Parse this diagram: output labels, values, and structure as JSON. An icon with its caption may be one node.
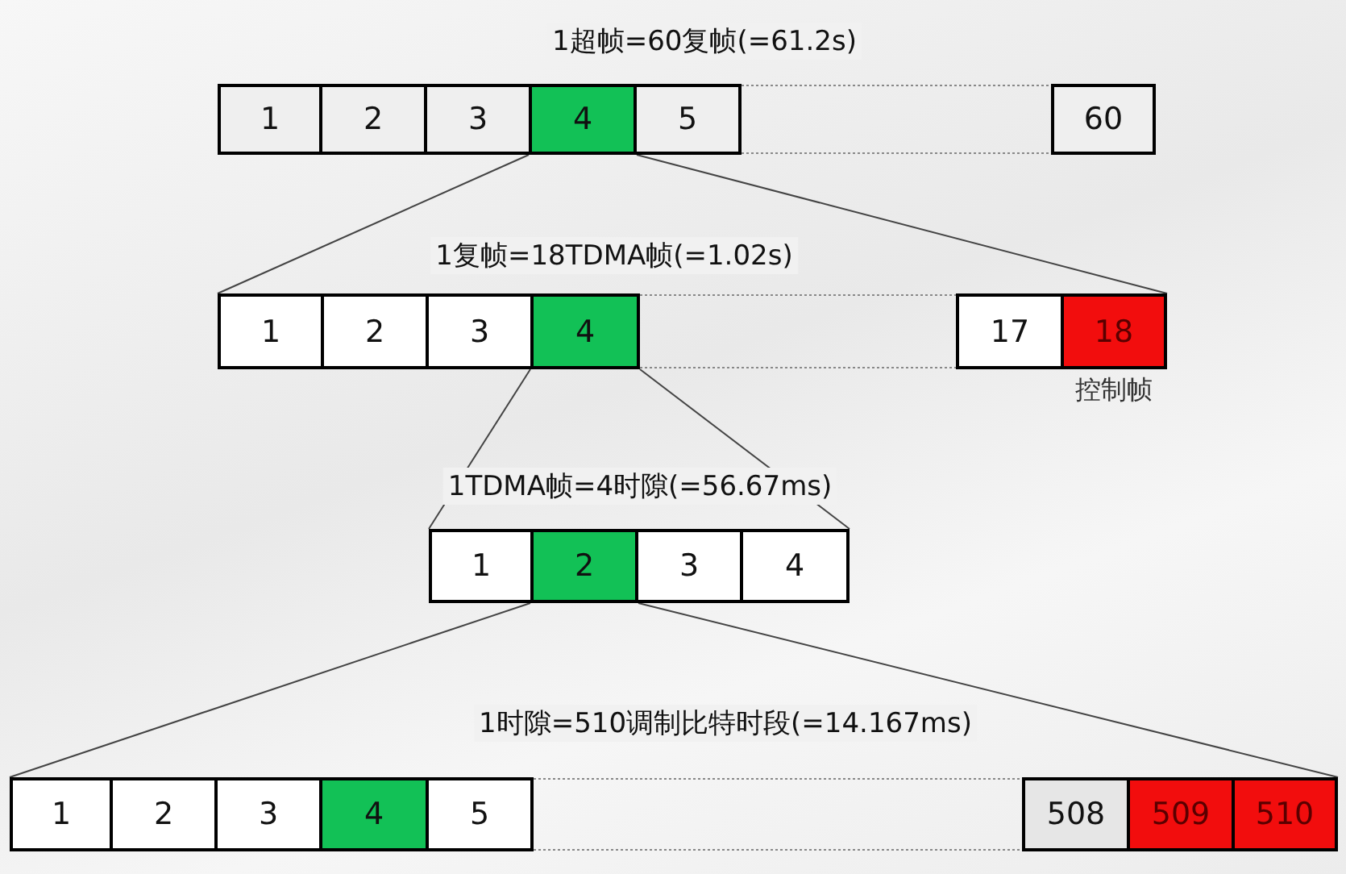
{
  "diagram": {
    "nodes": [
      {
        "text": [
          "1"
        ]
      },
      {
        "text": [
          "2"
        ]
      },
      {
        "text": [
          "3"
        ]
      },
      {
        "text": [
          "4"
        ]
      },
      {
        "text": [
          "5"
        ]
      },
      {
        "text": [
          "60"
        ]
      },
      {
        "text": [
          "1"
        ]
      },
      {
        "text": [
          "2"
        ]
      },
      {
        "text": [
          "3"
        ]
      },
      {
        "text": [
          "4"
        ]
      },
      {
        "text": [
          "17"
        ]
      },
      {
        "text": [
          "18"
        ],
        "beside": [
          "控制帧"
        ]
      },
      {
        "text": [
          "1"
        ]
      },
      {
        "text": [
          "2"
        ]
      },
      {
        "text": [
          "3"
        ]
      },
      {
        "text": [
          "4"
        ]
      },
      {
        "text": [
          "1"
        ]
      },
      {
        "text": [
          "2"
        ]
      },
      {
        "text": [
          "3"
        ]
      },
      {
        "text": [
          "4"
        ]
      },
      {
        "text": [
          "5"
        ]
      },
      {
        "text": [
          "508"
        ]
      },
      {
        "text": [
          "509"
        ]
      },
      {
        "text": [
          "510"
        ]
      }
    ],
    "edges": [
      {
        "from": 3,
        "to": 6,
        "arrow": "none"
      },
      {
        "from": 3,
        "to": 11,
        "arrow": "none"
      },
      {
        "from": 9,
        "to": 12,
        "arrow": "none"
      },
      {
        "from": 9,
        "to": 15,
        "arrow": "none"
      },
      {
        "from": 13,
        "to": 16,
        "arrow": "none"
      },
      {
        "from": 13,
        "to": 23,
        "arrow": "none"
      },
      {
        "from": 4,
        "to": 5,
        "arrow": "none",
        "style": "dashed"
      },
      {
        "from": 4,
        "to": 5,
        "arrow": "none",
        "style": "dashed"
      },
      {
        "from": 9,
        "to": 10,
        "arrow": "none",
        "style": "dashed"
      },
      {
        "from": 9,
        "to": 10,
        "arrow": "none",
        "style": "dashed"
      },
      {
        "from": 20,
        "to": 21,
        "arrow": "none",
        "style": "dashed"
      },
      {
        "from": 20,
        "to": 21,
        "arrow": "none",
        "style": "dashed"
      }
    ],
    "labels": [
      "1超帧=60复帧(=61.2s)",
      "1复帧=18TDMA帧(=1.02s)",
      "1TDMA帧=4时隙(=56.67ms)",
      "1时隙=510调制比特时段(=14.167ms)"
    ]
  }
}
